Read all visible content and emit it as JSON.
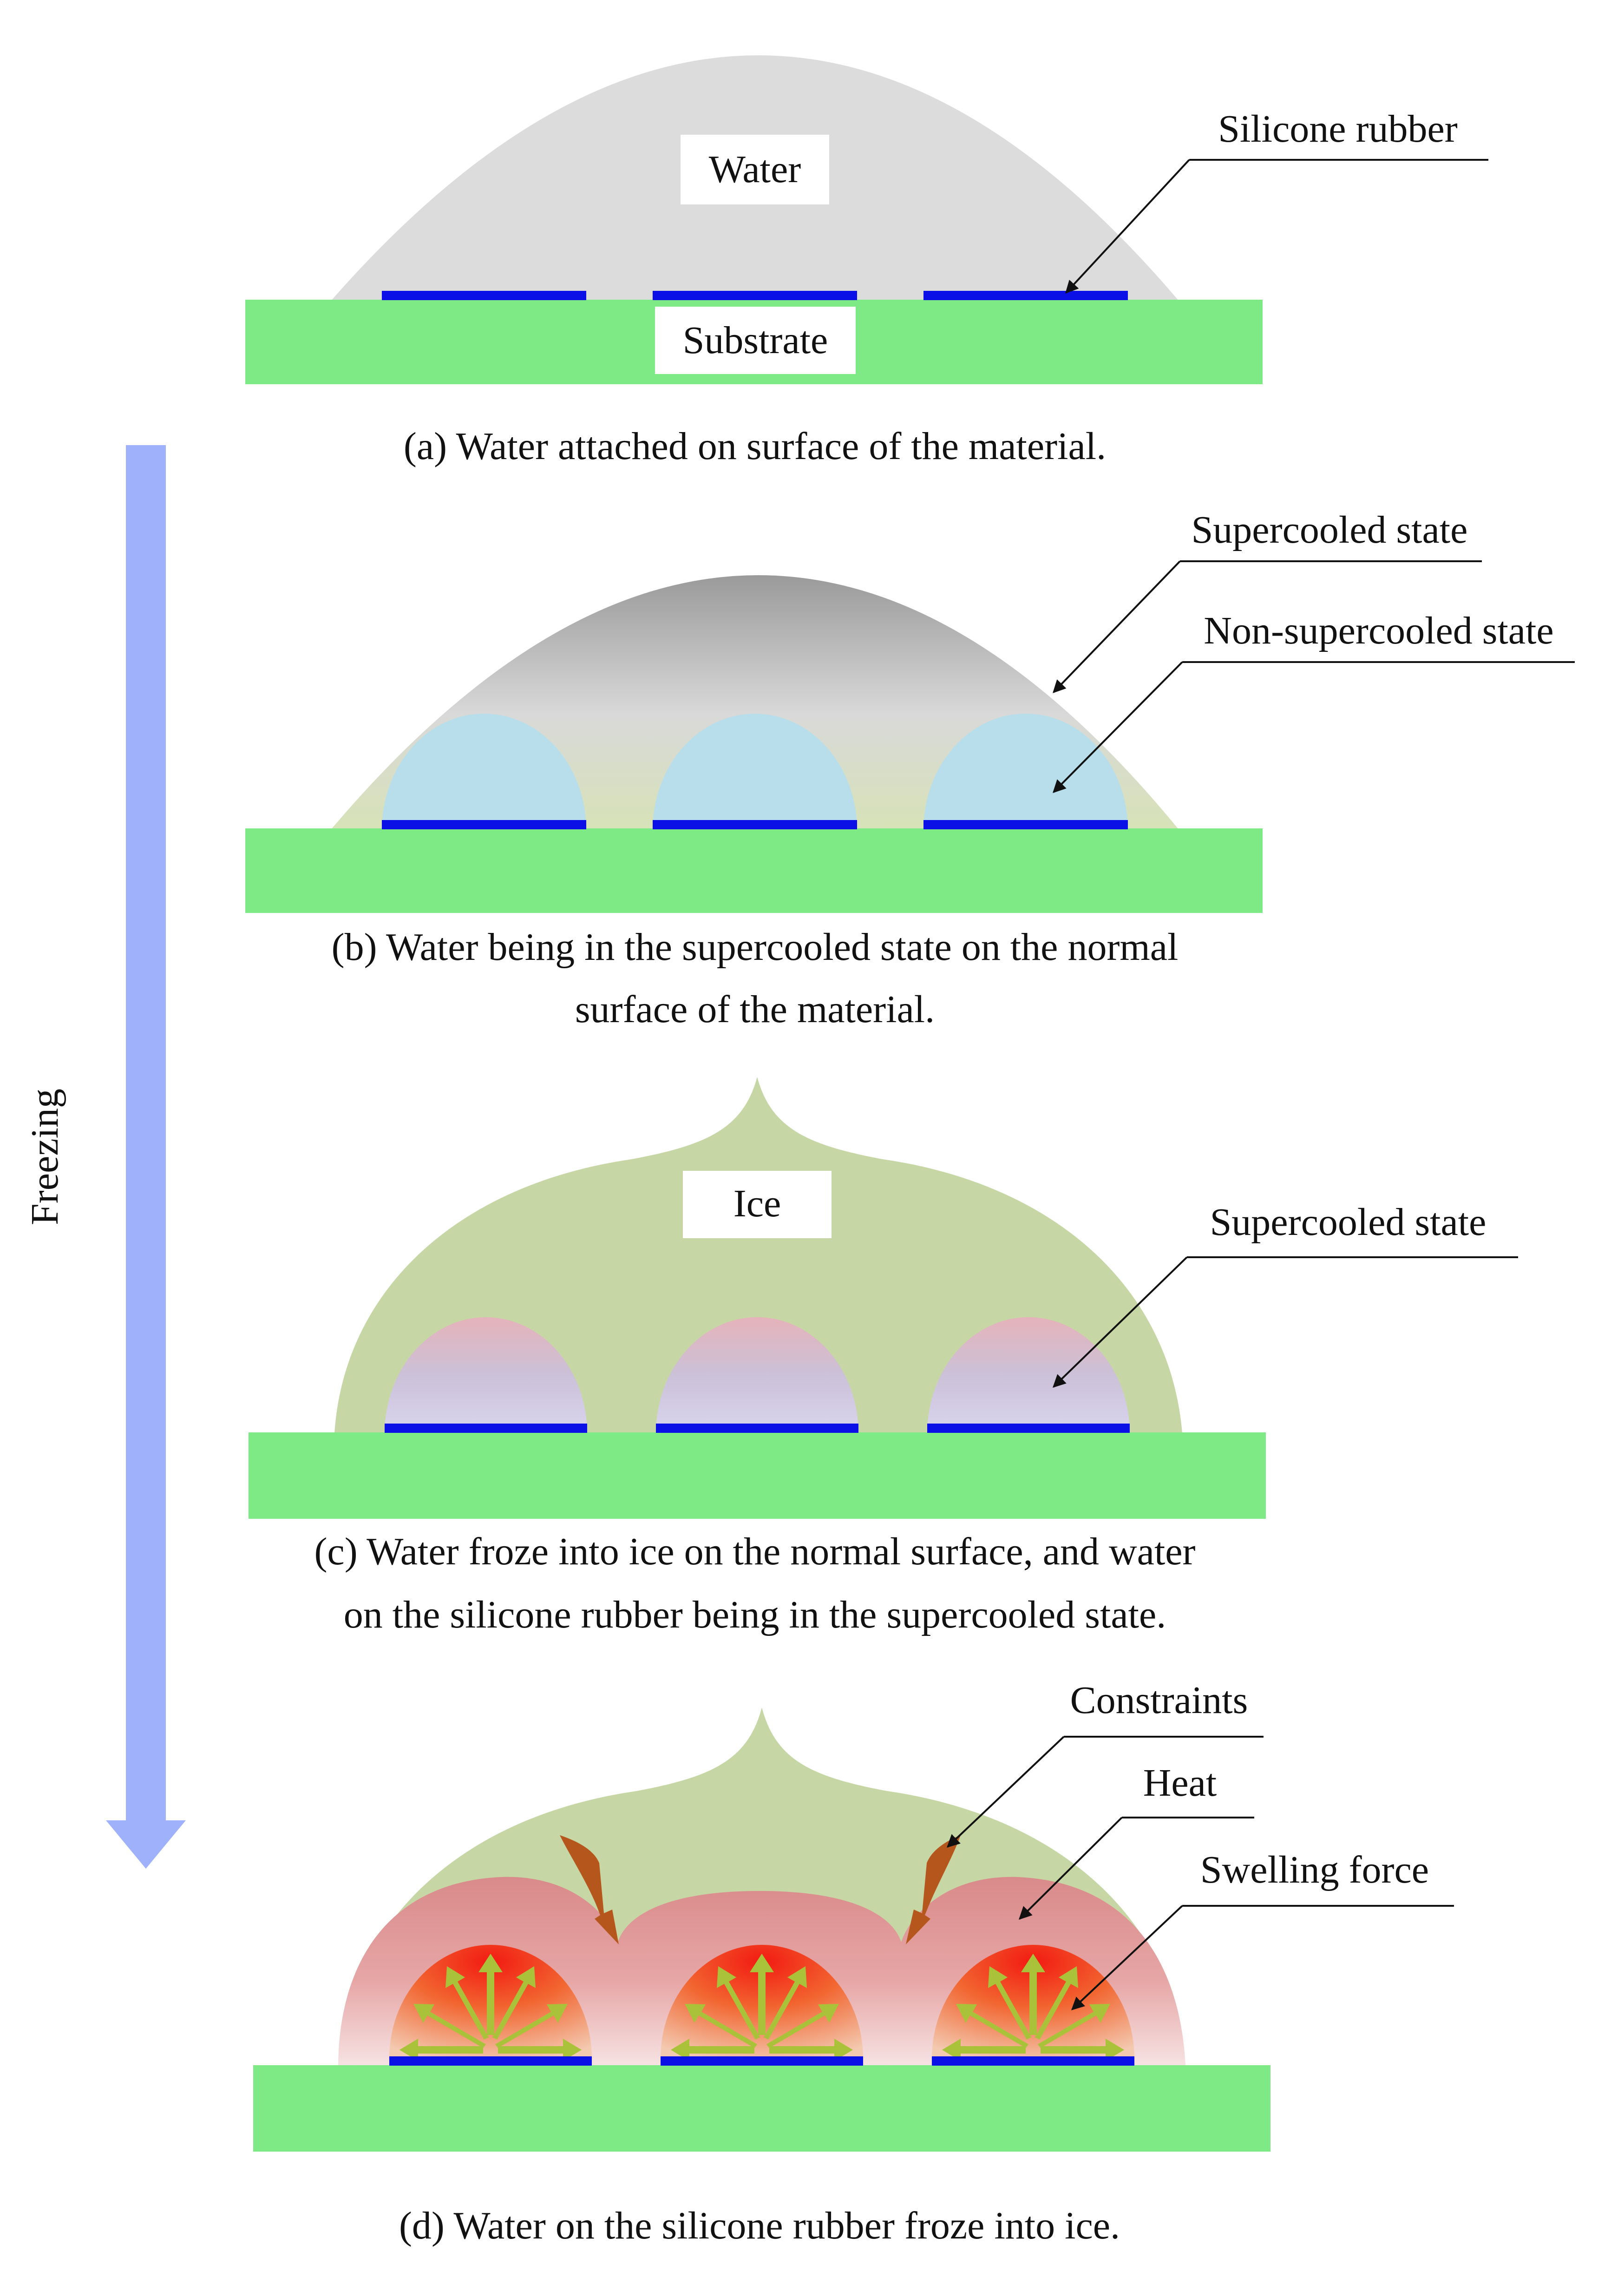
{
  "colors": {
    "substrate": "#7DEA86",
    "silicone": "#0A10E6",
    "water": "#DCDCDC",
    "ice": "#C6D7A5",
    "non_supercooled": "#B7DEEA",
    "arrow": "#9FB1FA",
    "constraint_arrow": "#B5561C",
    "heat": "#DD8C8A",
    "swelling_core": "#F03A1E",
    "swelling_arrow": "#A9C23A"
  },
  "side": {
    "freezing_label": "Freezing"
  },
  "panels": {
    "a": {
      "water_label": "Water",
      "substrate_label": "Substrate",
      "silicone_label": "Silicone rubber",
      "caption": "(a) Water attached on surface of the material."
    },
    "b": {
      "supercooled_label": "Supercooled state",
      "non_supercooled_label": "Non-supercooled state",
      "caption_line1": "(b) Water being in the supercooled state on the normal",
      "caption_line2": "surface of the material."
    },
    "c": {
      "ice_label": "Ice",
      "supercooled_label": "Supercooled state",
      "caption_line1": "(c) Water froze into ice on the normal surface, and water",
      "caption_line2": "on the silicone rubber being in the supercooled state."
    },
    "d": {
      "constraints_label": "Constraints",
      "heat_label": "Heat",
      "swelling_label": "Swelling force",
      "caption": "(d) Water on the silicone rubber froze into ice."
    }
  }
}
